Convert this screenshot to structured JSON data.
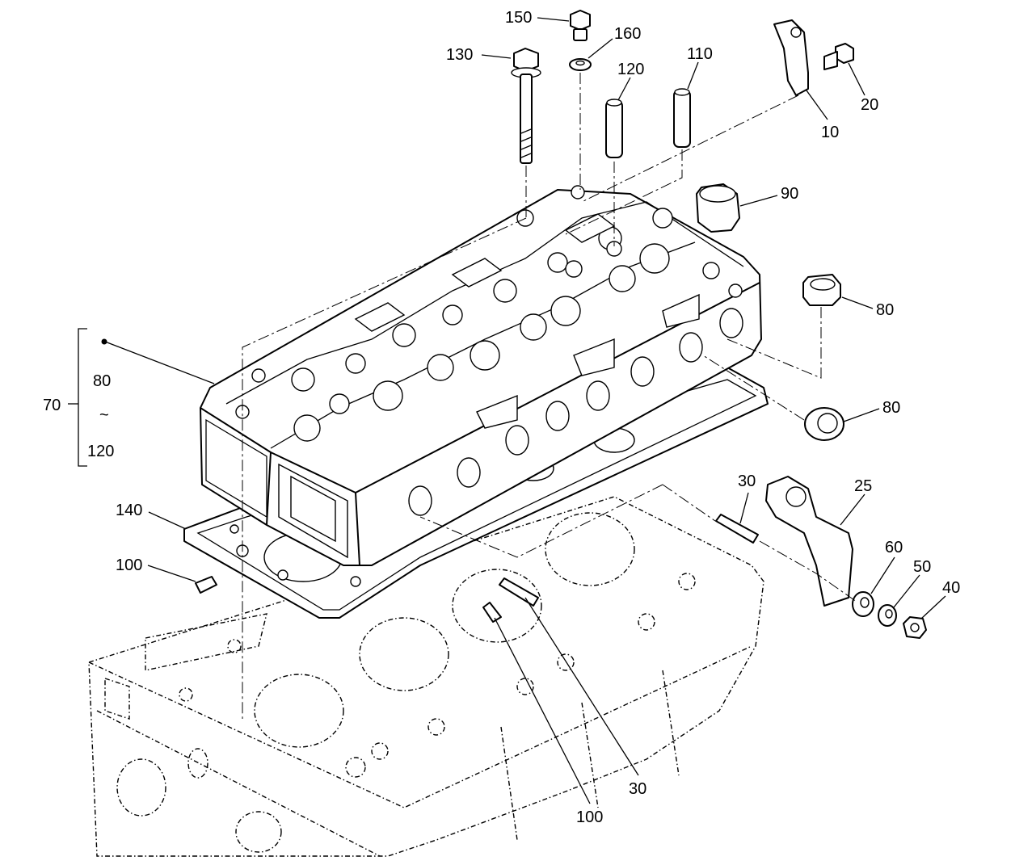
{
  "diagram": {
    "labels": {
      "p150": "150",
      "p160": "160",
      "p130": "130",
      "p120": "120",
      "p110": "110",
      "p20": "20",
      "p10": "10",
      "p90": "90",
      "p80a": "80",
      "p80b": "80",
      "p70": "70",
      "p70_from": "80",
      "p70_tilde": "~",
      "p70_to": "120",
      "p140": "140",
      "p100a": "100",
      "p100b": "100",
      "p30a": "30",
      "p30b": "30",
      "p25": "25",
      "p60": "60",
      "p50": "50",
      "p40": "40"
    }
  }
}
